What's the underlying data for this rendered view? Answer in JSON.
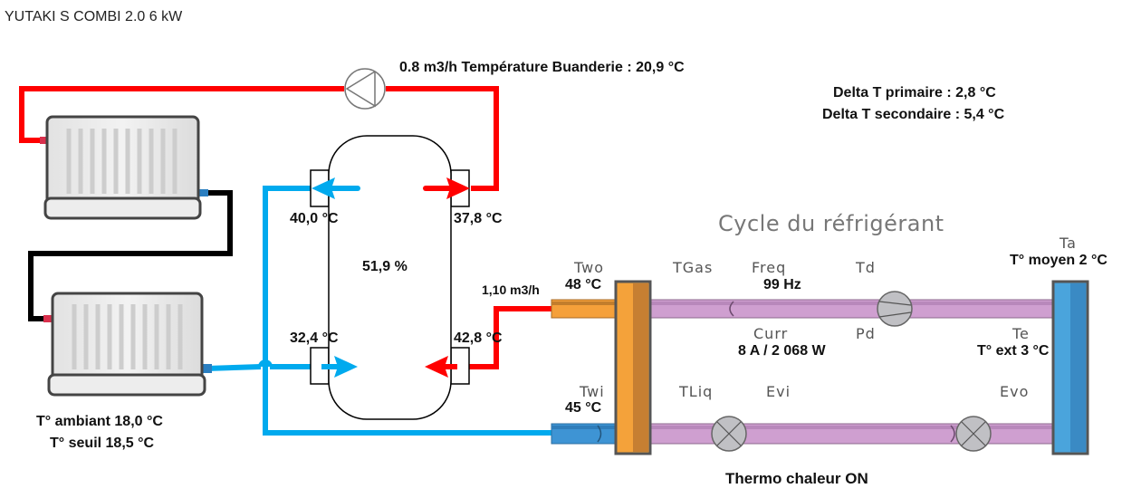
{
  "header": {
    "title": "YUTAKI S COMBI 2.0 6 kW"
  },
  "colors": {
    "hot_pipe": "#ff0000",
    "cold_pipe": "#00aaee",
    "return_pipe": "#000000",
    "refrigerant_pipe": "#cf9fd0",
    "water_out_pipe": "#f5a03a",
    "water_in_pipe": "#3e94d4",
    "heat_exchanger": "#f4a23a",
    "outdoor_coil": "#4aa4dc"
  },
  "circulator": {
    "label": "0.8 m3/h Température Buanderie : 20,9 °C"
  },
  "deltas": {
    "primary": "Delta T primaire : 2,8 °C",
    "secondary": "Delta T secondaire : 5,4 °C"
  },
  "radiator": {
    "ambient": "T° ambiant 18,0 °C",
    "threshold": "T° seuil 18,5 °C"
  },
  "buffer_tank": {
    "top_left_temp": "40,0 °C",
    "top_right_temp": "37,8 °C",
    "bottom_left_temp": "32,4 °C",
    "bottom_right_temp": "42,8 °C",
    "fill": "51,9 %",
    "primary_flow": "1,10 m3/h"
  },
  "refrigerant_cycle": {
    "title": "Cycle du réfrigérant",
    "two": {
      "name": "Two",
      "value": "48 °C"
    },
    "twi": {
      "name": "Twi",
      "value": "45 °C"
    },
    "tgas": {
      "name": "TGas"
    },
    "freq": {
      "name": "Freq",
      "value": "99 Hz"
    },
    "td": {
      "name": "Td"
    },
    "curr": {
      "name": "Curr",
      "value": "8 A / 2 068 W"
    },
    "pd": {
      "name": "Pd"
    },
    "ta": {
      "name": "Ta",
      "value": "T° moyen 2 °C"
    },
    "te": {
      "name": "Te",
      "value": "T° ext 3 °C"
    },
    "tliq": {
      "name": "TLiq"
    },
    "evi": {
      "name": "Evi"
    },
    "evo": {
      "name": "Evo"
    }
  },
  "status": {
    "thermo": "Thermo chaleur ON"
  }
}
